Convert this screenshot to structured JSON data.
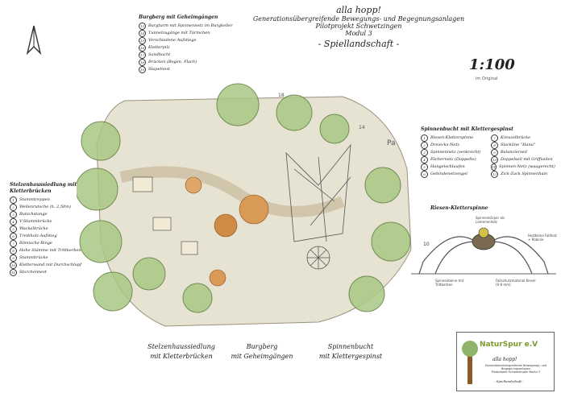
{
  "header": {
    "title": "alla hopp!",
    "subtitle": "Generationsübergreifende Bewegungs- und Begegnungsanlagen",
    "project": "Pilotprojekt Schwetzingen",
    "module": "Modul 3",
    "name": "- Spiellandschaft -"
  },
  "scale": {
    "value": "1:100",
    "note": "im Original"
  },
  "legend_burgberg": {
    "title": "Burgberg mit Geheimgängen",
    "items": [
      {
        "num": "13",
        "label": "Burgturm mit Spinnennetz im Burgkeller"
      },
      {
        "num": "14",
        "label": "Tunnelzugänge mit Türmchen"
      },
      {
        "num": "15",
        "label": "Verschiedene Aufstiege"
      },
      {
        "num": "16",
        "label": "Kletterpilz"
      },
      {
        "num": "17",
        "label": "Sandbucht"
      },
      {
        "num": "18",
        "label": "Brücken (Bogen, Flach)"
      },
      {
        "num": "19",
        "label": "Stapelnest"
      }
    ]
  },
  "legend_stelzen": {
    "title": "Stelzenhaussiedlung mit Kletterbrücken",
    "items": [
      {
        "num": "1",
        "label": "Stammtreppen"
      },
      {
        "num": "2",
        "label": "Wellenrutsche (h. 2,50m)"
      },
      {
        "num": "3",
        "label": "Rutschstange"
      },
      {
        "num": "4",
        "label": "V-Stammbrücke"
      },
      {
        "num": "5",
        "label": "Wackelbrücke"
      },
      {
        "num": "6",
        "label": "Treibholz-Aufstieg"
      },
      {
        "num": "7",
        "label": "Römische Ringe"
      },
      {
        "num": "8",
        "label": "Hohe Stämme mit Trittkerben"
      },
      {
        "num": "9",
        "label": "Stammbrücke"
      },
      {
        "num": "10",
        "label": "Kletterwand mit Durchschlupf"
      },
      {
        "num": "11",
        "label": "Storchennest"
      }
    ]
  },
  "legend_spinnen": {
    "title": "Spinnenbucht mit Klettergespinst",
    "col1": [
      {
        "num": "1",
        "label": "Riesen-Kletterspinne"
      },
      {
        "num": "2",
        "label": "Dreiecks-Netz"
      },
      {
        "num": "3",
        "label": "Spinnennetz (senkrecht)"
      },
      {
        "num": "4",
        "label": "Fächernetz (Doppelte)"
      },
      {
        "num": "5",
        "label": "Hangelschlaufen"
      },
      {
        "num": "6",
        "label": "Gebindenetzengel"
      }
    ],
    "col2": [
      {
        "num": "7",
        "label": "Kreuzelbrücke"
      },
      {
        "num": "8",
        "label": "Slackline \"Hanu\""
      },
      {
        "num": "9",
        "label": "Balancierseil"
      },
      {
        "num": "10",
        "label": "Doppelseil mit Griffseilen"
      },
      {
        "num": "11",
        "label": "Spinnen-Netz (waagerecht)"
      },
      {
        "num": "12",
        "label": "Zick-Zack Spinnenhain"
      }
    ]
  },
  "spider_title": "Riesen-Kletterspinne",
  "spider_notes": {
    "body": "Spinnenkörper als Lamenenholz",
    "ropes": "Spinnenbeine mit Trittkerben",
    "ground": "Fallschutzmaterial Kiesel (0-8 mm)",
    "side": "Holzbeine Fallholz + Robinie"
  },
  "bottom_labels": {
    "stelzen": [
      "Stelzenhaussiedlung",
      "mit Kletterbrücken"
    ],
    "burgberg": [
      "Burgberg",
      "mit Geheimgängen"
    ],
    "spinnen": [
      "Spinnenbucht",
      "mit Klettergespinst"
    ]
  },
  "logo": {
    "brand": "NaturSpur e.V",
    "line1": "alla hopp!",
    "line2": "Generationsübergreifende Bewegungs- und Begegnungsanlagen",
    "line3": "Pilotprojekt Schwetzingen Modul 3",
    "line4": "- Spiellandschaft -"
  },
  "plan_marks": {
    "p": "Pa",
    "n18": "18",
    "n14": "14",
    "n10": "10"
  },
  "colors": {
    "tree": "#8fb36a",
    "ground": "#e7e3d3",
    "path": "#c7b99a",
    "web": "#555555",
    "accent": "#c8742a"
  }
}
